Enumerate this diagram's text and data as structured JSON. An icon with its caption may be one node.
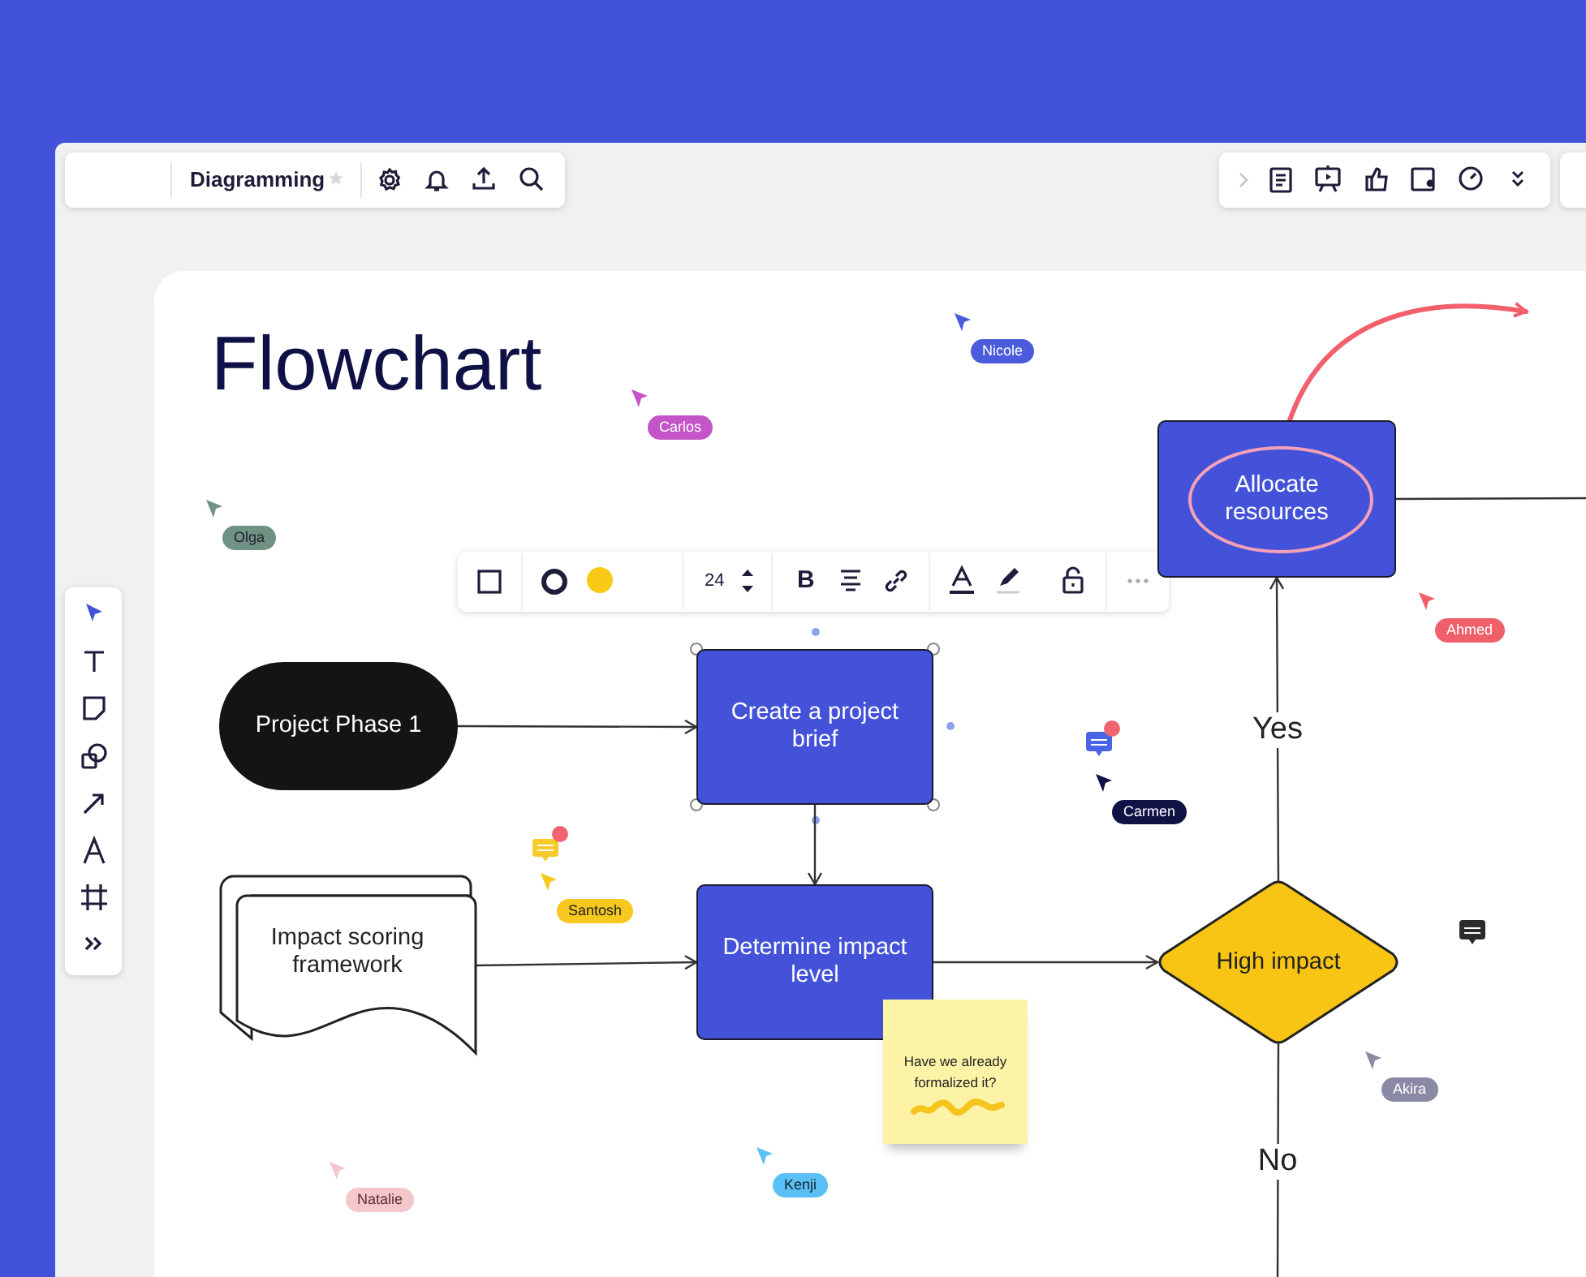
{
  "diagram": {
    "title": "Flowchart",
    "nodes": [
      {
        "text": [
          "Project Phase 1"
        ]
      },
      {
        "text": [
          "Create a project brief"
        ]
      },
      {
        "text": [
          "Impact scoring framework"
        ]
      },
      {
        "text": [
          "Determine impact level"
        ]
      },
      {
        "text": [
          "High impact"
        ]
      },
      {
        "text": [
          "Allocate resources"
        ]
      },
      {
        "text": [
          "Have we already formalized it?"
        ]
      }
    ],
    "edges": [
      {
        "from": 0,
        "to": 1,
        "arrow": "to"
      },
      {
        "from": 1,
        "to": 3,
        "arrow": "to"
      },
      {
        "from": 2,
        "to": 3,
        "arrow": "to"
      },
      {
        "from": 3,
        "to": 4,
        "arrow": "to"
      },
      {
        "from": 4,
        "to": 5,
        "arrow": "to",
        "label": "Yes"
      },
      {
        "from": 4,
        "to": null,
        "arrow": "none",
        "label": "No"
      },
      {
        "from": 5,
        "to": null,
        "arrow": "none"
      },
      {
        "from": 5,
        "to": null,
        "arrow": "to",
        "style": "thick",
        "color": "#f2606c"
      }
    ],
    "labels": [
      "Diagramming",
      "Nicole",
      "Carlos",
      "Olga",
      "24",
      "B",
      "Ahmed",
      "Carmen",
      "Santosh",
      "Akira",
      "Kenji",
      "Natalie"
    ]
  }
}
